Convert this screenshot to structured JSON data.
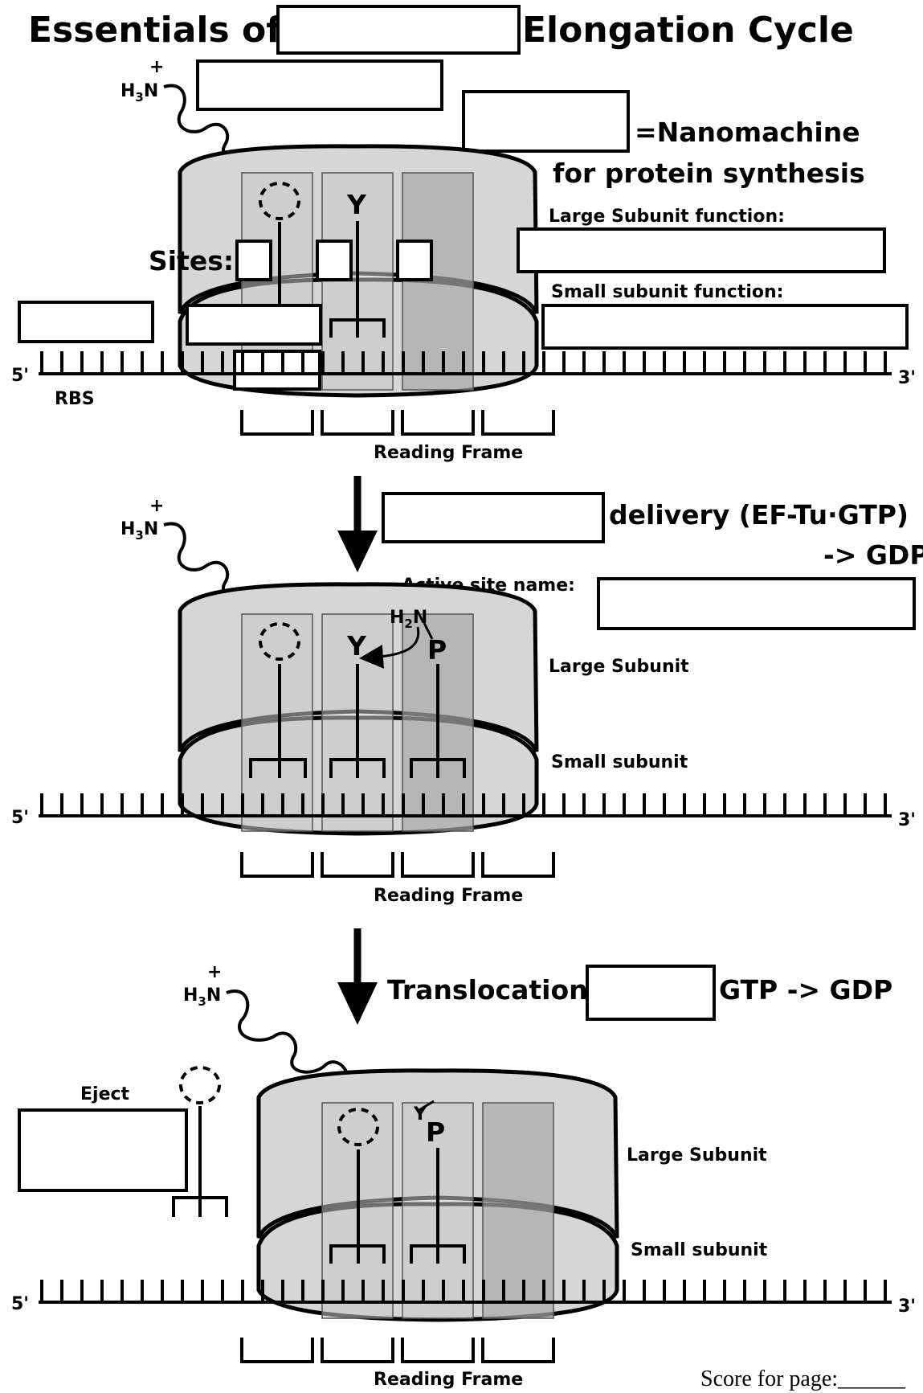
{
  "title": {
    "prefix": "Essentials of",
    "suffix": "Elongation Cycle"
  },
  "panel1": {
    "amino_group": "H3N",
    "nanomachine_text": "=Nanomachine",
    "nanomachine_text2": "for protein synthesis",
    "large_subunit_function": "Large Subunit function:",
    "small_subunit_function": "Small subunit function:",
    "sites_label": "Sites:",
    "amino_acid": "Y",
    "rbs": "RBS",
    "five_prime": "5'",
    "three_prime": "3'",
    "reading_frame": "Reading Frame"
  },
  "panel2": {
    "delivery": "delivery (EF-Tu·GTP)",
    "gdp": "-> GDP",
    "active_site": "Active site name:",
    "large_subunit": "Large Subunit",
    "small_subunit": "Small subunit",
    "amino_acid_y": "Y",
    "amino_acid_p": "P",
    "incoming_amine": "H2N",
    "five_prime": "5'",
    "three_prime": "3'",
    "reading_frame": "Reading Frame"
  },
  "panel3": {
    "translocation": "Translocation",
    "gtp_gdp": "GTP -> GDP",
    "eject": "Eject",
    "large_subunit": "Large Subunit",
    "small_subunit": "Small subunit",
    "amino_acid_y": "Y",
    "amino_acid_p": "P",
    "five_prime": "5'",
    "three_prime": "3'",
    "reading_frame": "Reading Frame"
  },
  "footer": {
    "score": "Score for page:______"
  }
}
